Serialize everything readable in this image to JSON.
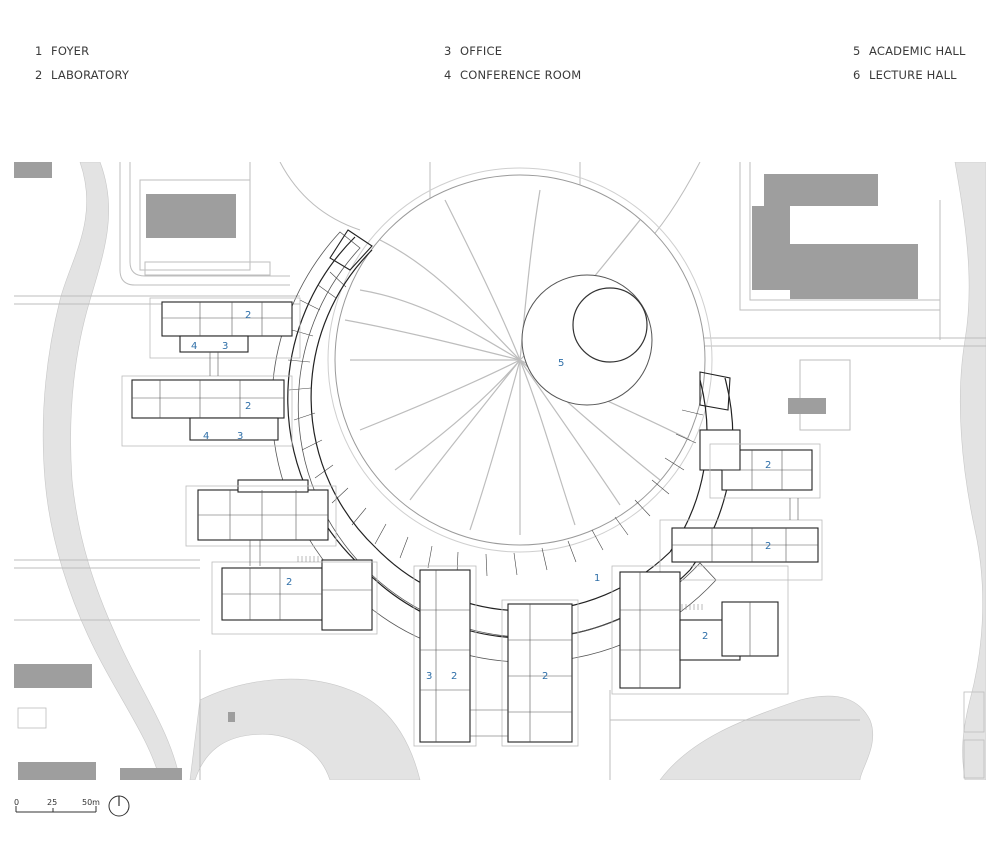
{
  "legend": [
    {
      "num": "1",
      "label": "FOYER"
    },
    {
      "num": "2",
      "label": "LABORATORY"
    },
    {
      "num": "3",
      "label": "OFFICE"
    },
    {
      "num": "4",
      "label": "CONFERENCE ROOM"
    },
    {
      "num": "5",
      "label": "ACADEMIC HALL"
    },
    {
      "num": "6",
      "label": "LECTURE HALL"
    }
  ],
  "plan_labels": {
    "foyer": "1",
    "lab": "2",
    "office": "3",
    "conference": "4",
    "academic_hall": "5"
  },
  "scale_bar": {
    "ticks": [
      "0",
      "25",
      "50m"
    ]
  },
  "colors": {
    "road_fill": "#e3e3e3",
    "existing_building": "#9e9e9e",
    "wall_line": "#222222",
    "label_blue": "#2f6fa8"
  },
  "icons": {
    "north_arrow": "north-arrow-icon"
  }
}
